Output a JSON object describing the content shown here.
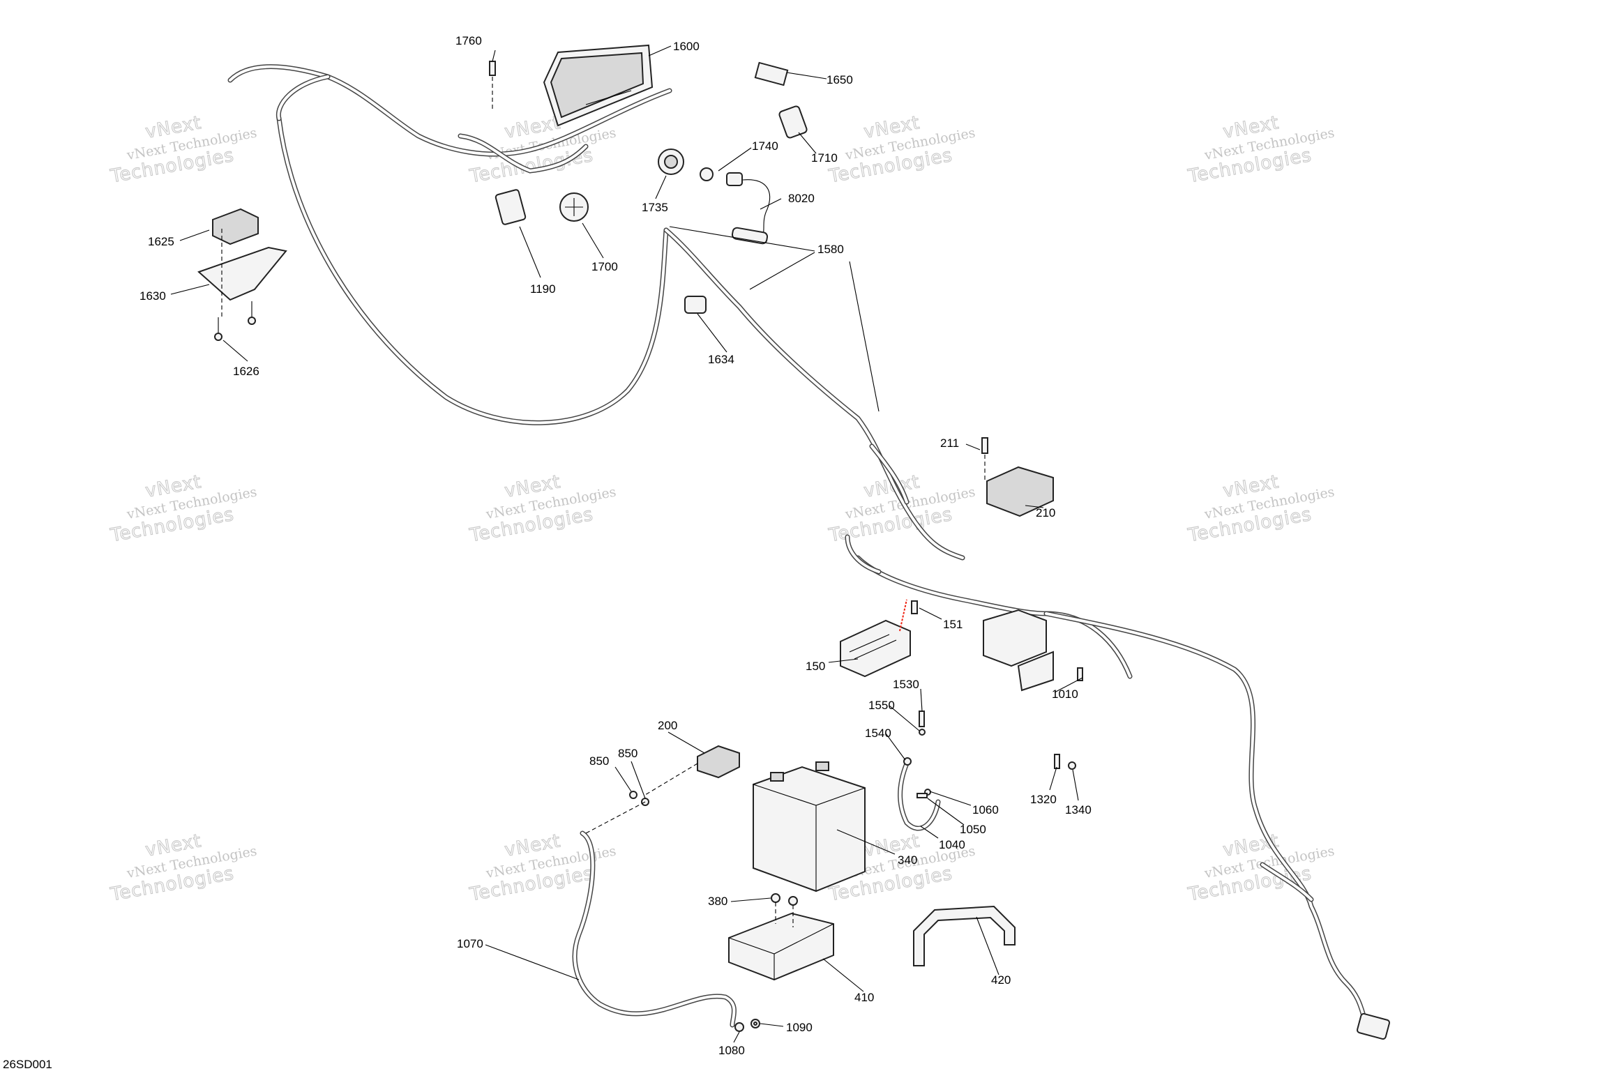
{
  "diagram": {
    "code": "26SD001",
    "watermark": {
      "line1": "vNext Technologies",
      "line2": "Technologies",
      "brand": "vNext"
    },
    "callouts": [
      "1760",
      "1600",
      "1650",
      "1740",
      "1710",
      "8020",
      "1735",
      "1625",
      "1630",
      "1626",
      "1190",
      "1700",
      "1580",
      "1634",
      "211",
      "210",
      "151",
      "150",
      "1010",
      "1530",
      "1550",
      "1540",
      "200",
      "850",
      "850",
      "1060",
      "1050",
      "1040",
      "1320",
      "1340",
      "340",
      "380",
      "1070",
      "410",
      "420",
      "1090",
      "1080"
    ]
  }
}
